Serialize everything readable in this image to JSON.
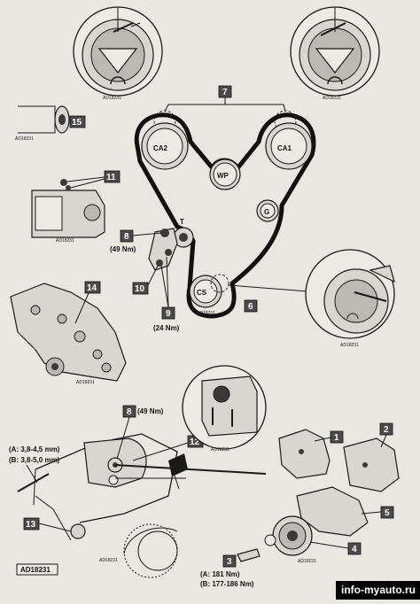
{
  "labels": {
    "ca2": "CA2",
    "ca1": "CA1",
    "wp": "WP",
    "g": "G",
    "cs": "CS",
    "t": "T"
  },
  "callouts": {
    "n1": "1",
    "n2": "2",
    "n3": "3",
    "n4": "4",
    "n5": "5",
    "n6": "6",
    "n7": "7",
    "n8": "8",
    "n8b": "8",
    "n9": "9",
    "n10": "10",
    "n11": "11",
    "n12": "12",
    "n13": "13",
    "n14": "14",
    "n15": "15"
  },
  "torques": {
    "t8": "(49 Nm)",
    "t8b": "(49 Nm)",
    "t9": "(24 Nm)",
    "t3a": "(A: 181 Nm)",
    "t3b": "(B: 177-186 Nm)"
  },
  "gaps": {
    "a": "(A: 3,8-4,5 mm)",
    "b": "(B: 3,8-5,0 mm)"
  },
  "codes": {
    "c1": "AD18231",
    "c2": "AD18231",
    "c3": "AD18231",
    "c4": "AD18231",
    "c5": "AD18231",
    "c6": "AD18231",
    "c7": "AD18231",
    "c8": "AD18231",
    "c9": "AD18231",
    "c10": "AD18231",
    "c11": "AD18231",
    "main": "AD18231"
  },
  "watermark": "info-myauto.ru"
}
